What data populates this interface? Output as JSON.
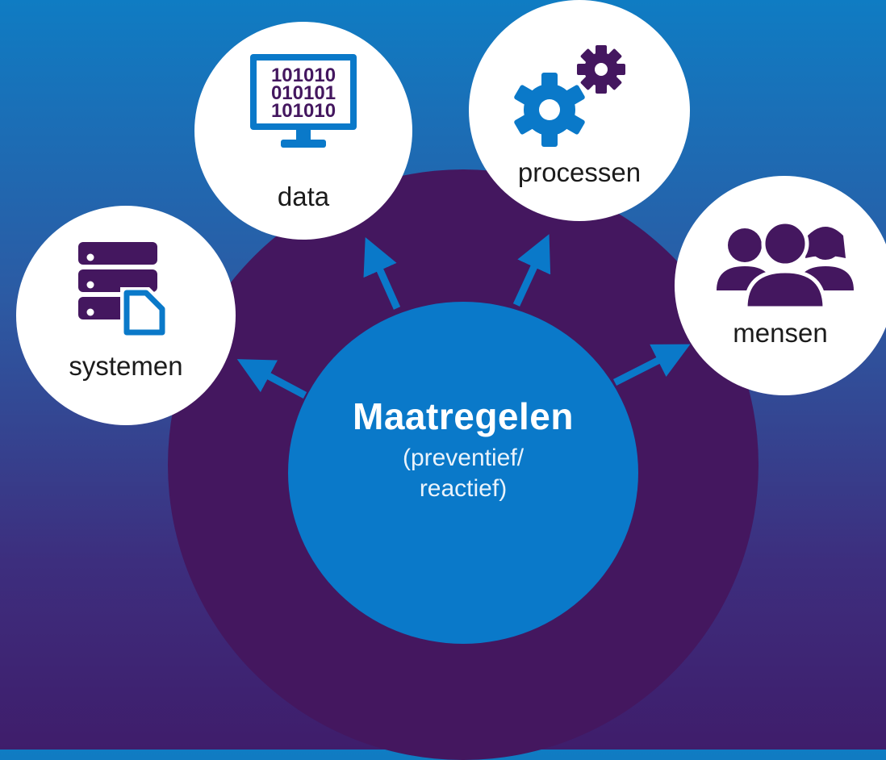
{
  "center": {
    "title": "Maatregelen",
    "subtitle_line1": "(preventief/",
    "subtitle_line2": "reactief)"
  },
  "nodes": {
    "systemen": {
      "label": "systemen",
      "icon": "server-document-icon"
    },
    "data": {
      "label": "data",
      "icon": "binary-monitor-icon",
      "binary_lines": [
        "101010",
        "010101",
        "101010"
      ]
    },
    "processen": {
      "label": "processen",
      "icon": "gears-icon"
    },
    "mensen": {
      "label": "mensen",
      "icon": "people-group-icon"
    }
  },
  "colors": {
    "background_top": "#0f7cc3",
    "background_bottom": "#3f1d6b",
    "outer_circle": "#44175f",
    "center_circle": "#0a79c9",
    "arrow": "#0a79c9",
    "icon_purple": "#44175f",
    "icon_blue": "#0a79c9"
  }
}
